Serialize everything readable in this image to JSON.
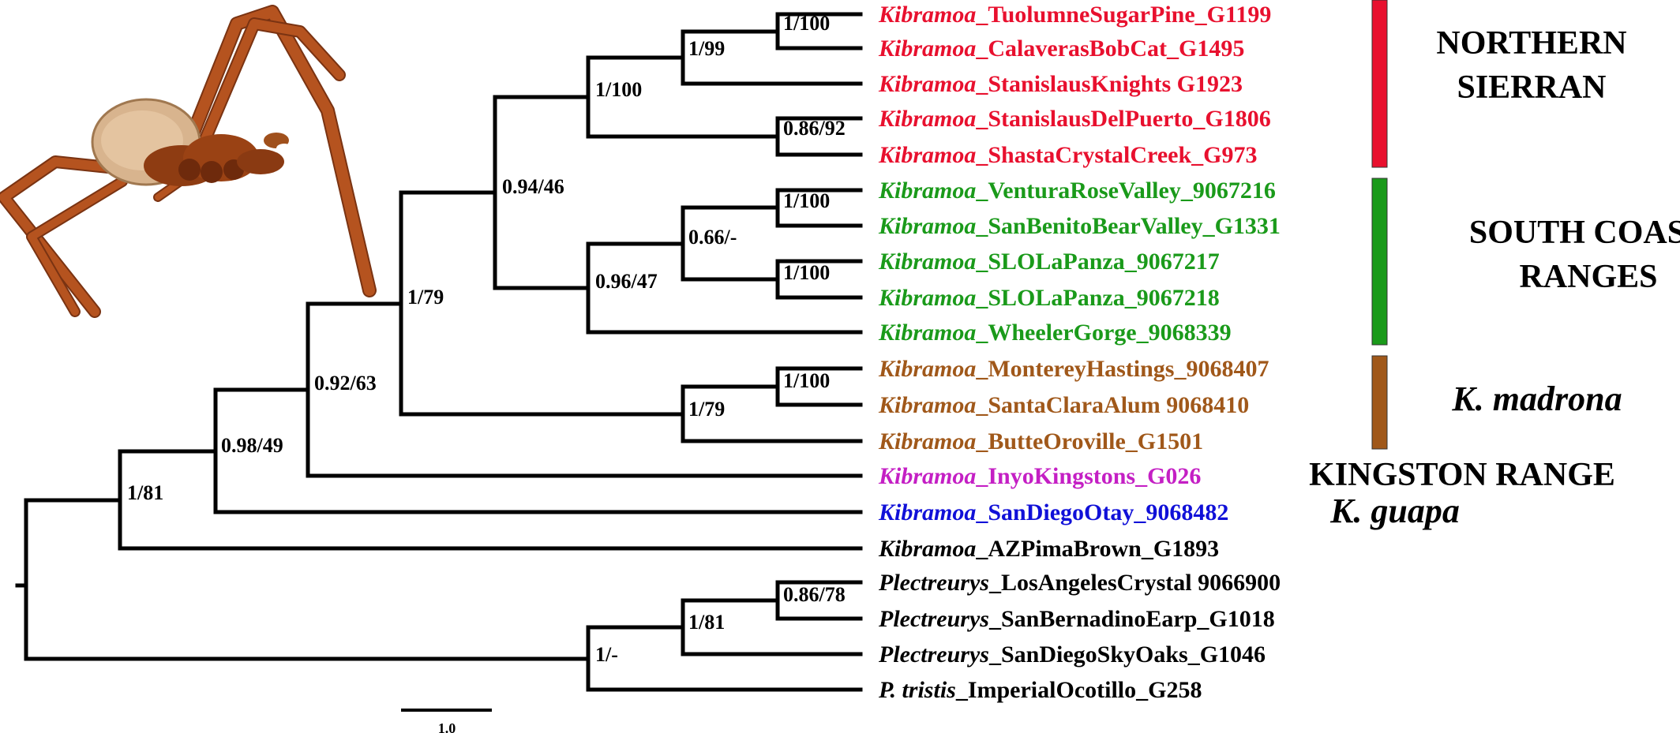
{
  "colors": {
    "northern_sierran": "#e8102e",
    "south_coast_ranges": "#1a9a1a",
    "madrona": "#a0581a",
    "kingston": "#c41fc4",
    "guapa": "#1010d8",
    "outgroup": "#000000",
    "branch": "#000000"
  },
  "photo": {
    "subject_icon": "harvestman-specimen-photo"
  },
  "tips": [
    {
      "genus": "Kibramoa",
      "label": "_TuolumneSugarPine_G1199",
      "group": "northern_sierran"
    },
    {
      "genus": "Kibramoa",
      "label": "_CalaverasBobCat_G1495",
      "group": "northern_sierran"
    },
    {
      "genus": "Kibramoa",
      "label": "_StanislausKnights G1923",
      "group": "northern_sierran"
    },
    {
      "genus": "Kibramoa",
      "label": "_StanislausDelPuerto_G1806",
      "group": "northern_sierran"
    },
    {
      "genus": "Kibramoa",
      "label": "_ShastaCrystalCreek_G973",
      "group": "northern_sierran"
    },
    {
      "genus": "Kibramoa",
      "label": "_VenturaRoseValley_9067216",
      "group": "south_coast_ranges"
    },
    {
      "genus": "Kibramoa",
      "label": "_SanBenitoBearValley_G1331",
      "group": "south_coast_ranges"
    },
    {
      "genus": "Kibramoa",
      "label": "_SLOLaPanza_9067217",
      "group": "south_coast_ranges"
    },
    {
      "genus": "Kibramoa",
      "label": "_SLOLaPanza_9067218",
      "group": "south_coast_ranges"
    },
    {
      "genus": "Kibramoa",
      "label": "_WheelerGorge_9068339",
      "group": "south_coast_ranges"
    },
    {
      "genus": "Kibramoa",
      "label": "_MontereyHastings_9068407",
      "group": "madrona"
    },
    {
      "genus": "Kibramoa",
      "label": "_SantaClaraAlum 9068410",
      "group": "madrona"
    },
    {
      "genus": "Kibramoa",
      "label": "_ButteOroville_G1501",
      "group": "madrona"
    },
    {
      "genus": "Kibramoa",
      "label": "_InyoKingstons_G026",
      "group": "kingston"
    },
    {
      "genus": "Kibramoa",
      "label": "_SanDiegoOtay_9068482",
      "group": "guapa"
    },
    {
      "genus": "Kibramoa",
      "label": "_AZPimaBrown_G1893",
      "group": "outgroup"
    },
    {
      "genus": "Plectreurys",
      "label": "_LosAngelesCrystal 9066900",
      "group": "outgroup"
    },
    {
      "genus": "Plectreurys",
      "label": "_SanBernadinoEarp_G1018",
      "group": "outgroup"
    },
    {
      "genus": "Plectreurys",
      "label": "_SanDiegoSkyOaks_G1046",
      "group": "outgroup"
    },
    {
      "genus": "P. tristis",
      "label": "_ImperialOcotillo_G258",
      "group": "outgroup"
    }
  ],
  "node_supports": [
    "1/100",
    "1/99",
    "1/100",
    "0.86/92",
    "0.94/46",
    "1/100",
    "0.66/-",
    "1/100",
    "0.96/47",
    "1/100",
    "1/79",
    "1/79",
    "0.92/63",
    "0.98/49",
    "1/81",
    "0.86/78",
    "1/81",
    "1/-"
  ],
  "clades": [
    {
      "lines": [
        "NORTHERN",
        "SIERRAN"
      ],
      "group": "northern_sierran",
      "italic": false
    },
    {
      "lines": [
        "SOUTH COAST",
        "RANGES"
      ],
      "group": "south_coast_ranges",
      "italic": false
    },
    {
      "lines": [
        "K. madrona"
      ],
      "group": "madrona",
      "italic": true
    },
    {
      "lines": [
        "KINGSTON RANGE"
      ],
      "group": "kingston",
      "italic": false
    },
    {
      "lines": [
        "K. guapa"
      ],
      "group": "guapa",
      "italic": true
    }
  ],
  "scale_bar": {
    "label": "1.0"
  }
}
